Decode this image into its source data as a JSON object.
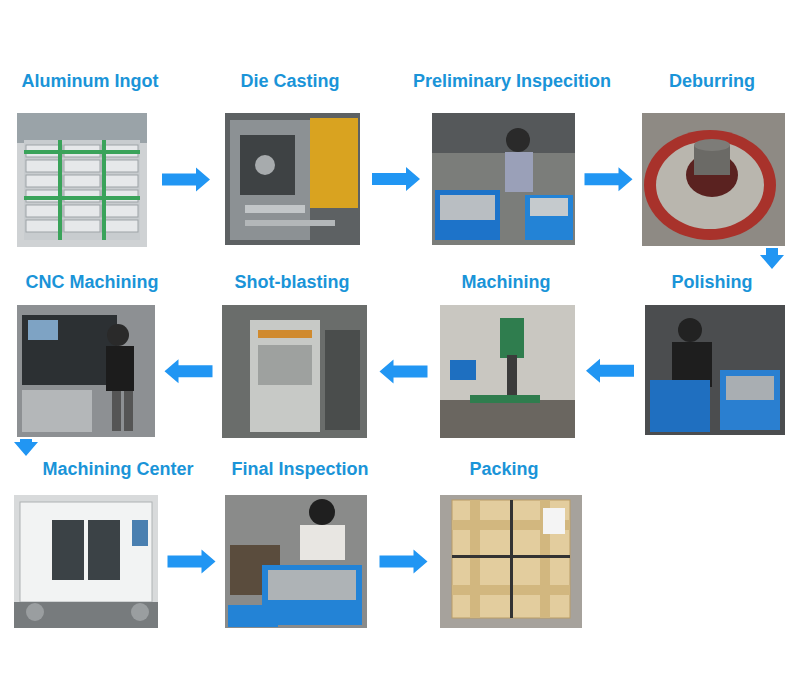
{
  "diagram": {
    "nodes": [
      {
        "text": [
          "Aluminum Ingot"
        ]
      },
      {
        "text": [
          "Die Casting"
        ]
      },
      {
        "text": [
          "Preliminary Inspecition"
        ]
      },
      {
        "text": [
          "Deburring"
        ]
      },
      {
        "text": [
          "Polishing"
        ]
      },
      {
        "text": [
          "Machining"
        ]
      },
      {
        "text": [
          "Shot-blasting"
        ]
      },
      {
        "text": [
          "CNC Machining"
        ]
      },
      {
        "text": [
          "Machining Center"
        ]
      },
      {
        "text": [
          "Final Inspection"
        ]
      },
      {
        "text": [
          "Packing"
        ]
      }
    ],
    "edges": [
      {
        "from": 0,
        "to": 1,
        "arrow": "to"
      },
      {
        "from": 1,
        "to": 2,
        "arrow": "to"
      },
      {
        "from": 2,
        "to": 3,
        "arrow": "to"
      },
      {
        "from": 3,
        "to": 4,
        "arrow": "to"
      },
      {
        "from": 4,
        "to": 5,
        "arrow": "to"
      },
      {
        "from": 5,
        "to": 6,
        "arrow": "to"
      },
      {
        "from": 6,
        "to": 7,
        "arrow": "to"
      },
      {
        "from": 7,
        "to": 8,
        "arrow": "to"
      },
      {
        "from": 8,
        "to": 9,
        "arrow": "to"
      },
      {
        "from": 9,
        "to": 10,
        "arrow": "to"
      }
    ]
  }
}
